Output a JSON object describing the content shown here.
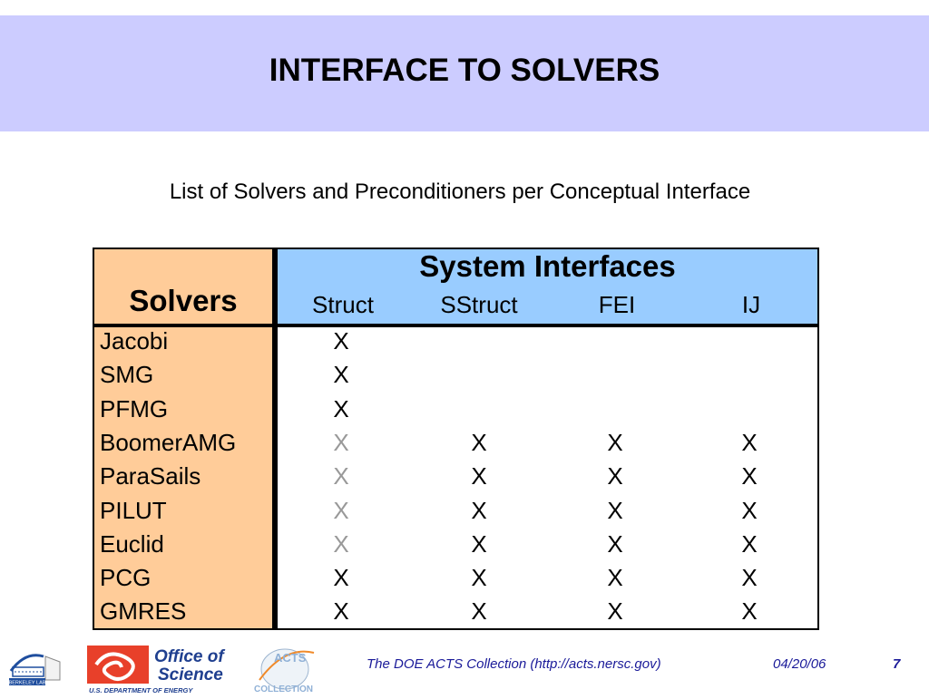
{
  "slide": {
    "title": "INTERFACE TO SOLVERS",
    "subtitle": "List of Solvers and Preconditioners per Conceptual Interface"
  },
  "table": {
    "solvers_heading": "Solvers",
    "interfaces_heading": "System Interfaces",
    "interfaces": [
      "Struct",
      "SStruct",
      "FEI",
      "IJ"
    ],
    "rows": [
      {
        "name": "Jacobi",
        "cells": [
          "X",
          "",
          "",
          ""
        ],
        "grey": [
          false,
          false,
          false,
          false
        ]
      },
      {
        "name": "SMG",
        "cells": [
          "X",
          "",
          "",
          ""
        ],
        "grey": [
          false,
          false,
          false,
          false
        ]
      },
      {
        "name": "PFMG",
        "cells": [
          "X",
          "",
          "",
          ""
        ],
        "grey": [
          false,
          false,
          false,
          false
        ]
      },
      {
        "name": "BoomerAMG",
        "cells": [
          "X",
          "X",
          "X",
          "X"
        ],
        "grey": [
          true,
          false,
          false,
          false
        ]
      },
      {
        "name": "ParaSails",
        "cells": [
          "X",
          "X",
          "X",
          "X"
        ],
        "grey": [
          true,
          false,
          false,
          false
        ]
      },
      {
        "name": "PILUT",
        "cells": [
          "X",
          "X",
          "X",
          "X"
        ],
        "grey": [
          true,
          false,
          false,
          false
        ]
      },
      {
        "name": "Euclid",
        "cells": [
          "X",
          "X",
          "X",
          "X"
        ],
        "grey": [
          true,
          false,
          false,
          false
        ]
      },
      {
        "name": "PCG",
        "cells": [
          "X",
          "X",
          "X",
          "X"
        ],
        "grey": [
          false,
          false,
          false,
          false
        ]
      },
      {
        "name": "GMRES",
        "cells": [
          "X",
          "X",
          "X",
          "X"
        ],
        "grey": [
          false,
          false,
          false,
          false
        ]
      }
    ]
  },
  "colors": {
    "title_band": "#ccccff",
    "solvers_column": "#ffcc99",
    "header_band": "#99ccff",
    "grey_mark": "#999999",
    "footer_text": "#1a1a99"
  },
  "footer": {
    "collection_text": "The DOE ACTS Collection (http://acts.nersc.gov)",
    "date": "04/20/06",
    "page_number": "7",
    "logos": {
      "lab_logo": "BERKELEY LAB",
      "office_line1": "Office of",
      "office_line2": "Science",
      "office_line3": "U.S. DEPARTMENT OF ENERGY",
      "acts_line1": "ACTS",
      "acts_line2": "COLLECTION"
    }
  }
}
